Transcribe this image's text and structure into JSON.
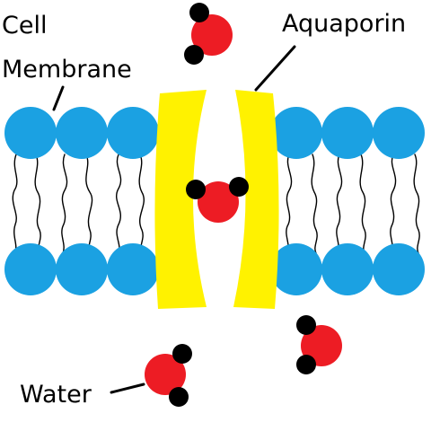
{
  "labels": {
    "cell_membrane_line1": "Cell",
    "cell_membrane_line2": "Membrane",
    "aquaporin": "Aquaporin",
    "water": "Water"
  },
  "colors": {
    "phospholipid_head": "#1BA1E2",
    "aquaporin_channel": "#FFF200",
    "water_oxygen": "#ED1C24",
    "water_hydrogen": "#000000",
    "lipid_tail": "#000000",
    "pointer_line": "#000000",
    "background": "#FFFFFF"
  },
  "counts": {
    "phospholipids_left_of_channel": 3,
    "phospholipids_right_of_channel": 3,
    "water_molecules": 4
  }
}
